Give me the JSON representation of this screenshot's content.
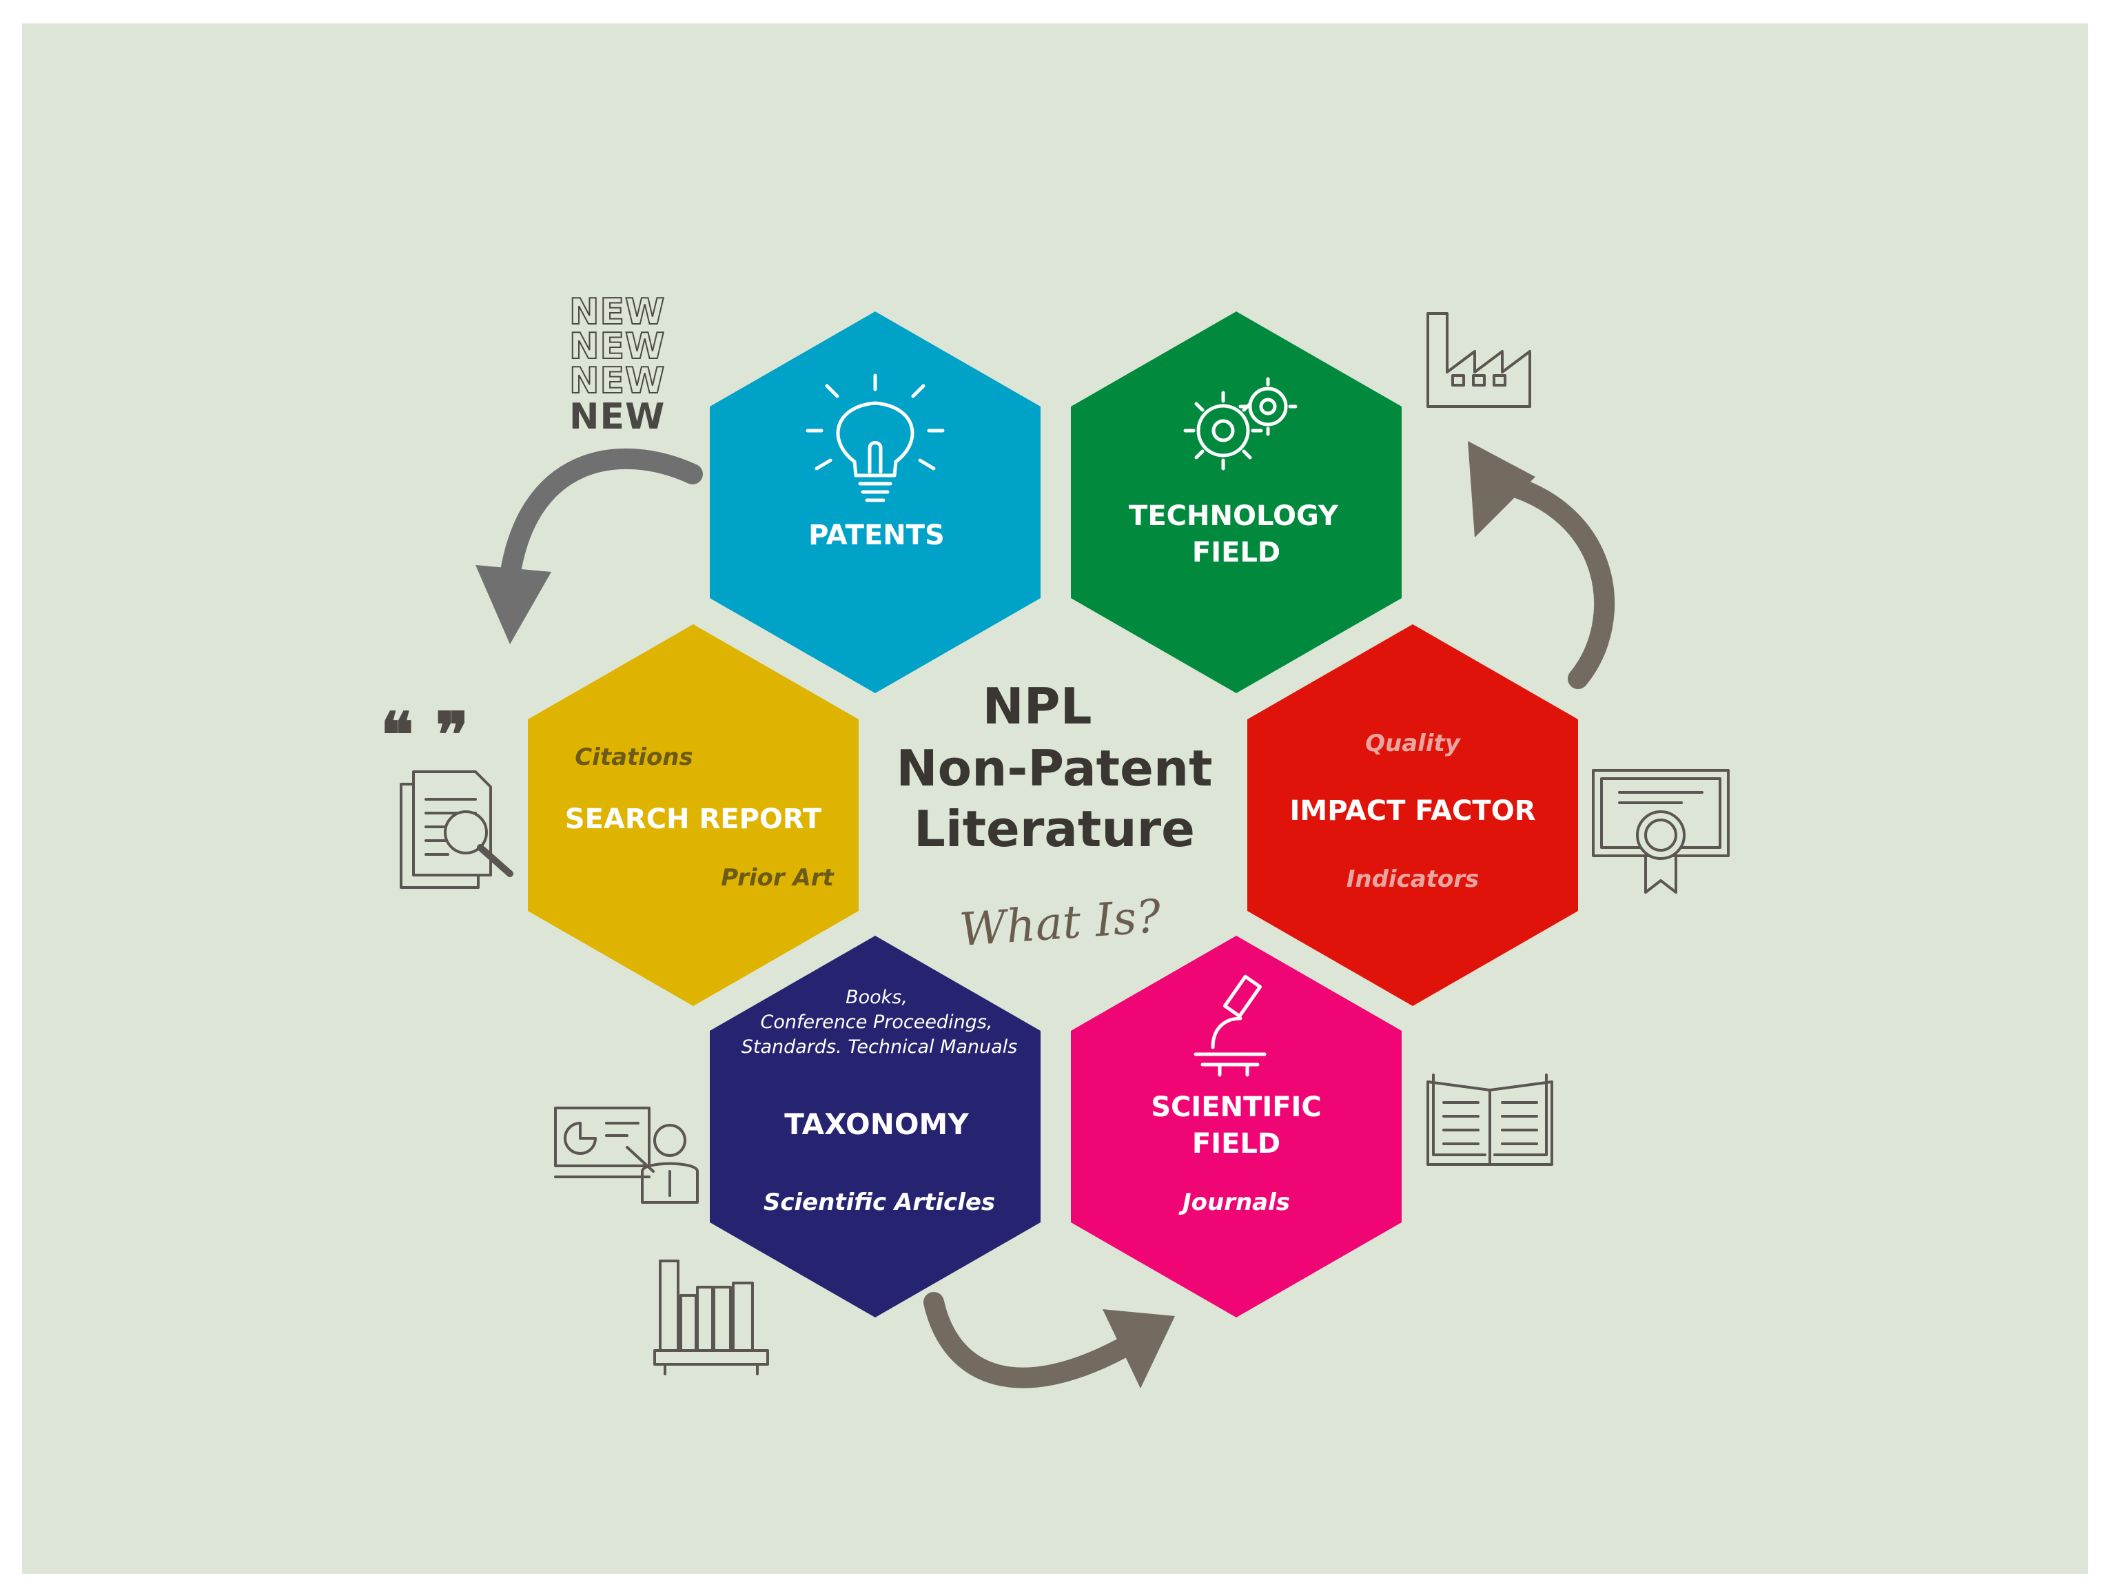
{
  "center": {
    "line1": "NPL",
    "line2": "Non-Patent",
    "line3": "Literature",
    "script": "What Is?"
  },
  "badge": [
    "NEW",
    "NEW",
    "NEW",
    "NEW"
  ],
  "quote_marks": "❝ ❞",
  "hexes": {
    "patents": {
      "title": "PATENTS",
      "color": "#00a2c8"
    },
    "technology": {
      "title1": "TECHNOLOGY",
      "title2": "FIELD",
      "color": "#018a3e"
    },
    "search": {
      "top": "Citations",
      "title": "SEARCH REPORT",
      "bottom": "Prior Art",
      "color": "#deb400"
    },
    "impact": {
      "top": "Quality",
      "title": "IMPACT FACTOR",
      "bottom": "Indicators",
      "color": "#e0130a"
    },
    "taxonomy": {
      "top1": "Books,",
      "top2": "Conference Proceedings,",
      "top3": "Standards. Technical Manuals",
      "title": "TAXONOMY",
      "bottom": "Scientific Articles",
      "color": "#262470"
    },
    "scientific": {
      "title1": "SCIENTIFIC",
      "title2": "FIELD",
      "bottom": "Journals",
      "color": "#ef0674"
    }
  },
  "icons": [
    "lightbulb-icon",
    "gears-icon",
    "factory-icon",
    "certificate-icon",
    "open-book-icon",
    "microscope-icon",
    "books-shelf-icon",
    "presentation-icon",
    "document-search-icon",
    "quote-icon"
  ]
}
